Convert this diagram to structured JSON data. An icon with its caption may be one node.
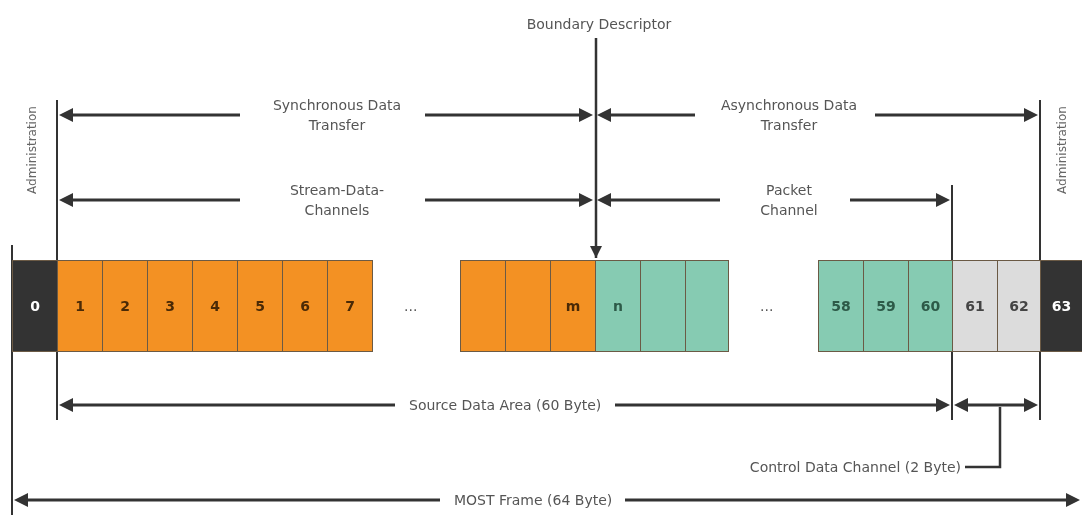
{
  "diagram": {
    "nodes": [
      {
        "text": [
          "Boundary Descriptor"
        ]
      },
      {
        "text": [
          "0"
        ]
      },
      {
        "text": [
          "1"
        ]
      },
      {
        "text": [
          "2"
        ]
      },
      {
        "text": [
          "3"
        ]
      },
      {
        "text": [
          "4"
        ]
      },
      {
        "text": [
          "5"
        ]
      },
      {
        "text": [
          "6"
        ]
      },
      {
        "text": [
          "7"
        ]
      },
      {
        "text": [],
        "shape": "box"
      },
      {
        "text": [],
        "shape": "box"
      },
      {
        "text": [
          "m"
        ]
      },
      {
        "text": [
          "n"
        ]
      },
      {
        "text": [],
        "shape": "box"
      },
      {
        "text": [],
        "shape": "box"
      },
      {
        "text": [
          "58"
        ]
      },
      {
        "text": [
          "59"
        ]
      },
      {
        "text": [
          "60"
        ]
      },
      {
        "text": [
          "61"
        ]
      },
      {
        "text": [
          "62"
        ]
      },
      {
        "text": [
          "63"
        ]
      },
      {
        "text": [
          "Control Data Channel (2 Byte)"
        ]
      }
    ],
    "edges": [
      {
        "from": 0,
        "to": 11,
        "arrow": "to"
      },
      {
        "from": 21,
        "to": null,
        "arrow": "none"
      }
    ],
    "labels": [
      "Administration",
      "Synchronous Data Transfer",
      "Asynchronous Data Transfer",
      "Administration",
      "Stream-Data-Channels",
      "Packet Channel",
      "...",
      "...",
      "Source Data Area (60 Byte)",
      "MOST Frame (64 Byte)"
    ]
  }
}
